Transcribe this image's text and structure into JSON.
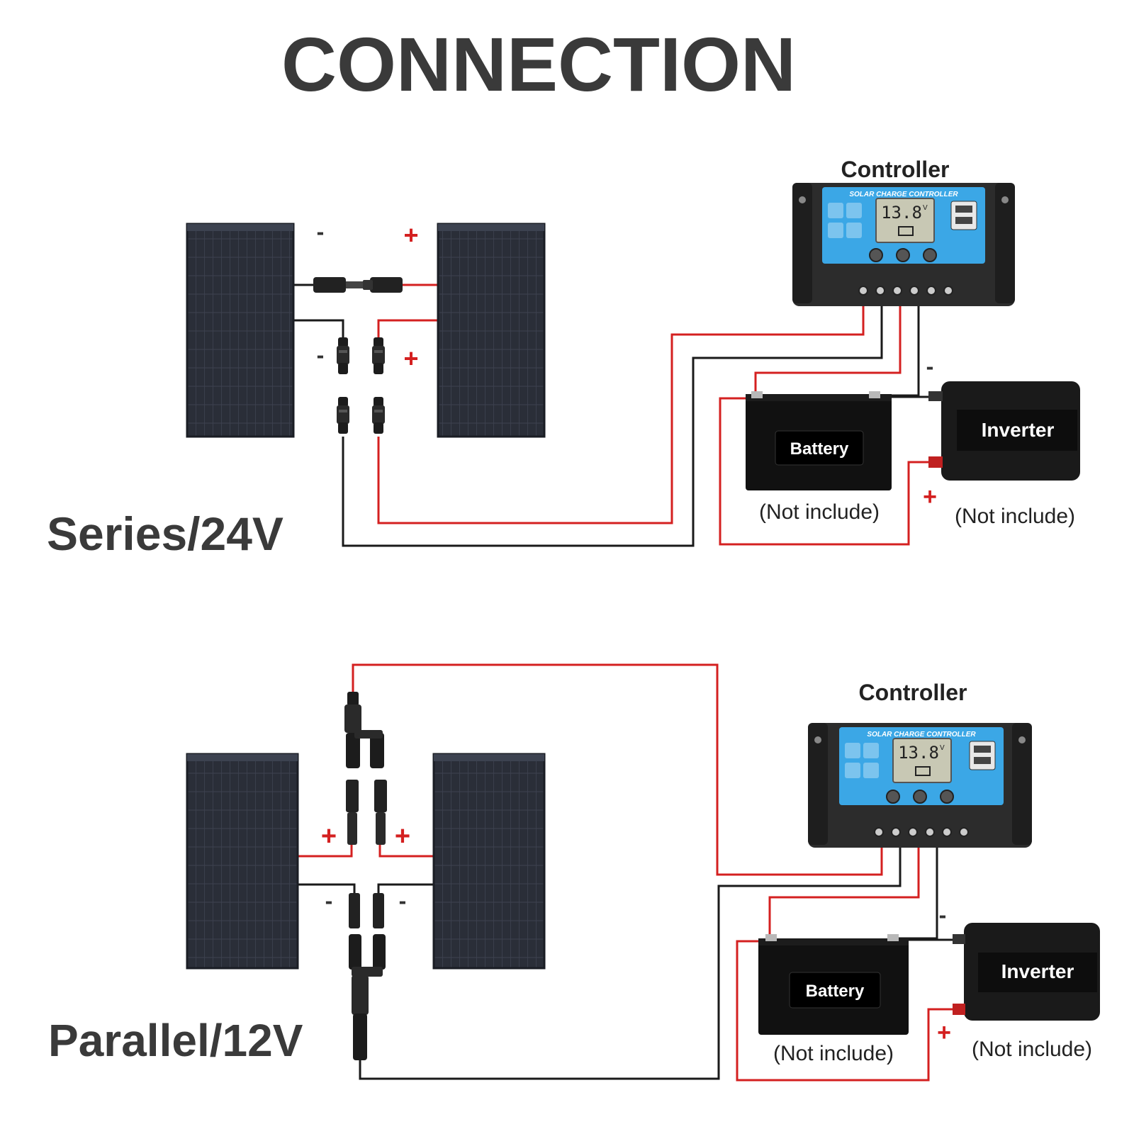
{
  "page": {
    "title": "CONNECTION"
  },
  "series": {
    "label": "Series/24V",
    "controller_label": "Controller",
    "controller_face_text": "SOLAR CHARGE CONTROLLER",
    "lcd_reading": "13.8",
    "lcd_unit": "V",
    "battery_label": "Battery",
    "battery_note": "(Not include)",
    "inverter_label": "Inverter",
    "inverter_note": "(Not include)",
    "polarity": {
      "plus": "+",
      "minus": "-"
    }
  },
  "parallel": {
    "label": "Parallel/12V",
    "controller_label": "Controller",
    "controller_face_text": "SOLAR CHARGE CONTROLLER",
    "lcd_reading": "13.8",
    "lcd_unit": "V",
    "battery_label": "Battery",
    "battery_note": "(Not include)",
    "inverter_label": "Inverter",
    "inverter_note": "(Not include)",
    "polarity": {
      "plus": "+",
      "minus": "-"
    }
  },
  "colors": {
    "wire_positive": "#d42020",
    "wire_negative": "#1a1a1a",
    "panel": "#2b2f3a",
    "controller_face": "#3ba7e6",
    "heading_text": "#3a3a3a"
  }
}
